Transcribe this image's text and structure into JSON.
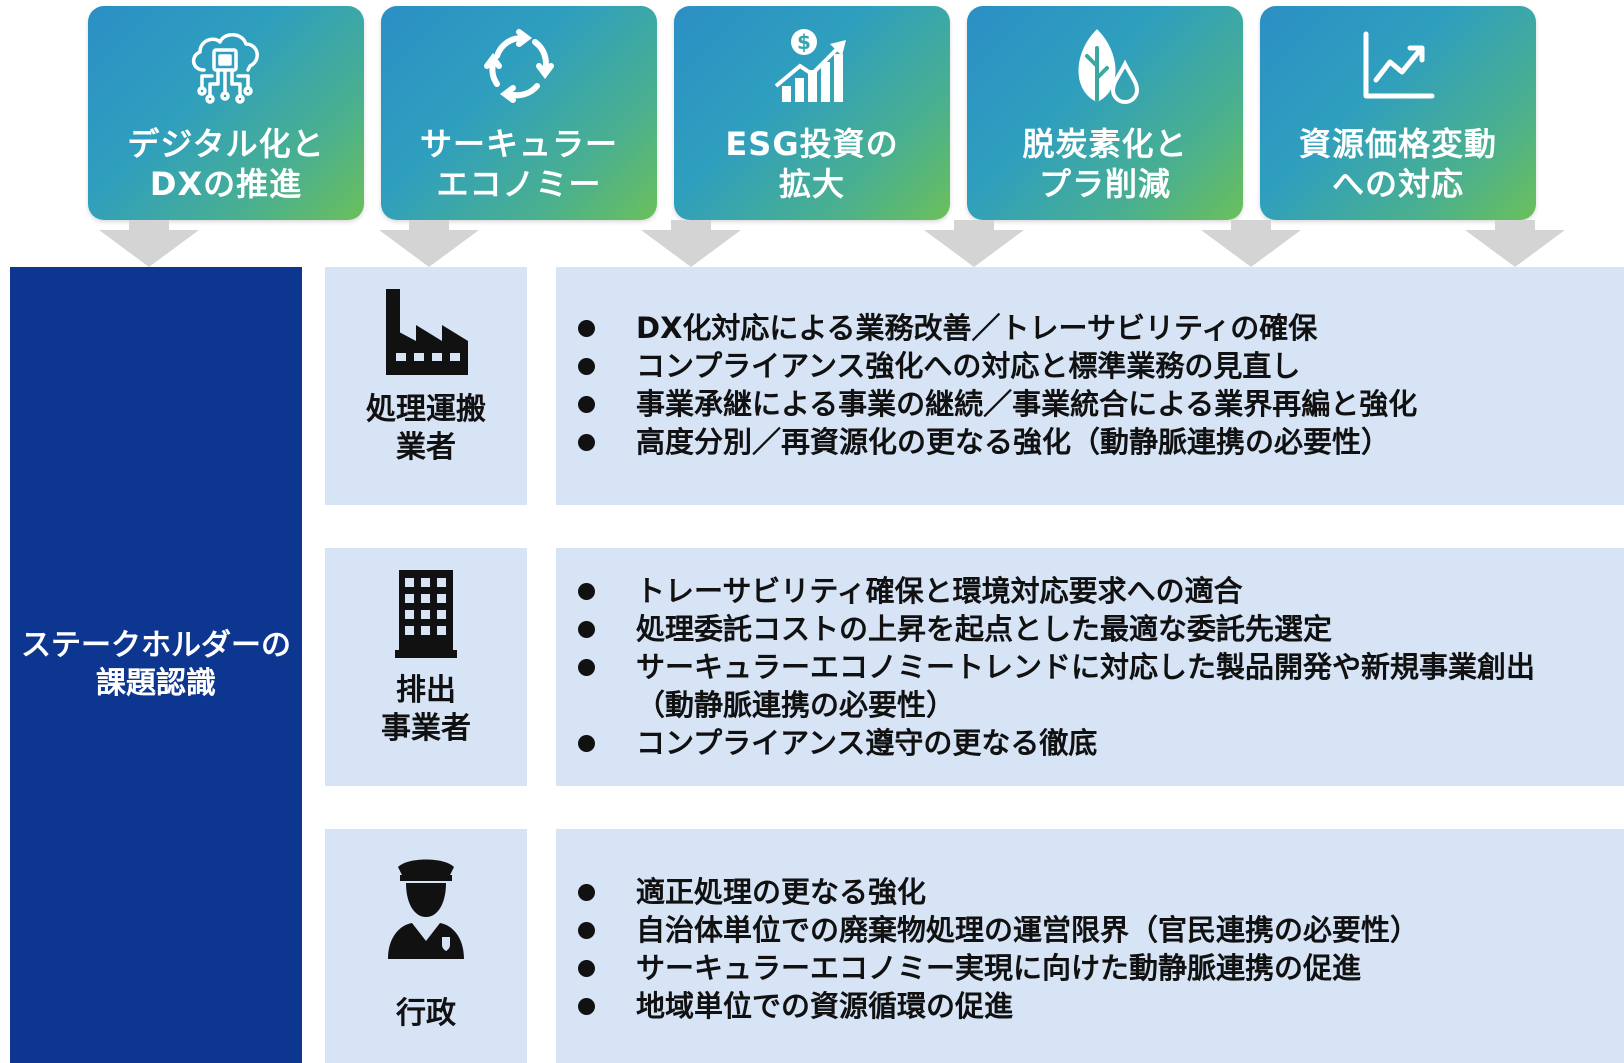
{
  "trends": [
    {
      "label": "デジタル化と\nDXの推進",
      "icon": "cloud-chip-icon"
    },
    {
      "label": "サーキュラー\nエコノミー",
      "icon": "recycle-arrows-icon"
    },
    {
      "label": "ESG投資の\n拡大",
      "icon": "dollar-growth-chart-icon"
    },
    {
      "label": "脱炭素化と\nプラ削減",
      "icon": "leaf-water-drop-icon"
    },
    {
      "label": "資源価格変動\nへの対応",
      "icon": "line-chart-icon"
    }
  ],
  "stakeholder": {
    "label": "ステークホルダーの\n課題認識"
  },
  "actors": [
    {
      "label": "処理運搬\n業者",
      "icon": "factory-icon",
      "items": [
        "DX化対応による業務改善／トレーサビリティの確保",
        "コンプライアンス強化への対応と標準業務の見直し",
        "事業承継による事業の継続／事業統合による業界再編と強化",
        "高度分別／再資源化の更なる強化（動静脈連携の必要性）"
      ]
    },
    {
      "label": "排出\n事業者",
      "icon": "office-building-icon",
      "items": [
        "トレーサビリティ確保と環境対応要求への適合",
        "処理委託コストの上昇を起点とした最適な委託先選定",
        "サーキュラーエコノミートレンドに対応した製品開発や新規事業創出\n（動静脈連携の必要性）",
        "コンプライアンス遵守の更なる徹底"
      ]
    },
    {
      "label": "行政",
      "icon": "police-officer-icon",
      "items": [
        "適正処理の更なる強化",
        "自治体単位での廃棄物処理の運営限界（官民連携の必要性）",
        "サーキュラーエコノミー実現に向けた動静脈連携の促進",
        "地域単位での資源循環の促進"
      ]
    }
  ],
  "colors": {
    "stakeholder_bg": "#0d3690",
    "panel_bg": "#d6e4f6",
    "arrow": "#d4d4d4",
    "trend_gradient_start": "#2b8fc4",
    "trend_gradient_end": "#6bc05a"
  }
}
